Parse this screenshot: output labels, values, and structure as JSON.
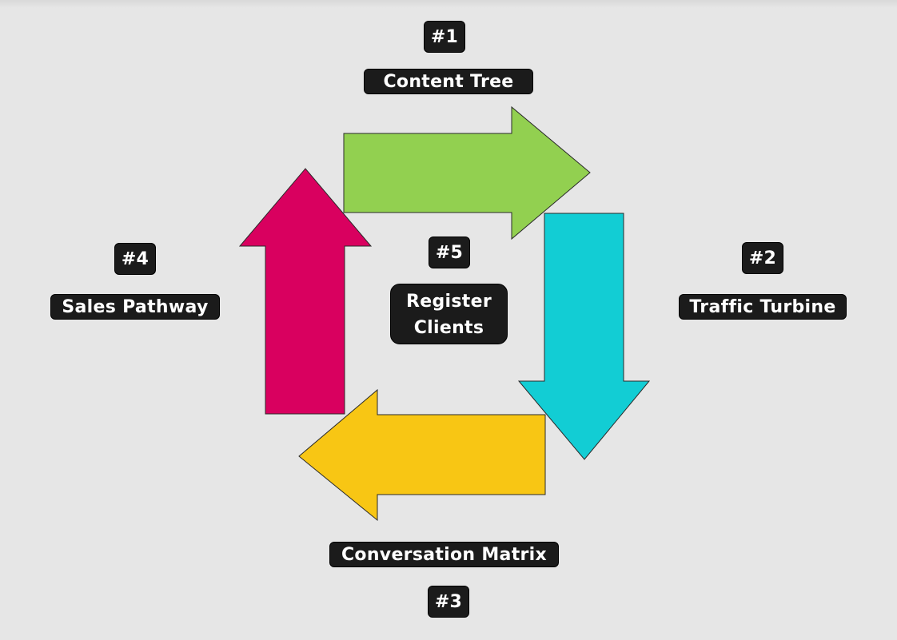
{
  "steps": [
    {
      "number": "#1",
      "label": "Content Tree"
    },
    {
      "number": "#2",
      "label": "Traffic Turbine"
    },
    {
      "number": "#3",
      "label": "Conversation Matrix"
    },
    {
      "number": "#4",
      "label": "Sales Pathway"
    },
    {
      "number": "#5",
      "label_line1": "Register",
      "label_line2": "Clients"
    }
  ],
  "colors": {
    "background": "#e6e6e6",
    "tag_bg": "#1b1b1b",
    "tag_text": "#ffffff",
    "arrow_green": "#92d050",
    "arrow_cyan": "#12cdd4",
    "arrow_yellow": "#f8c614",
    "arrow_magenta": "#d9005f"
  }
}
